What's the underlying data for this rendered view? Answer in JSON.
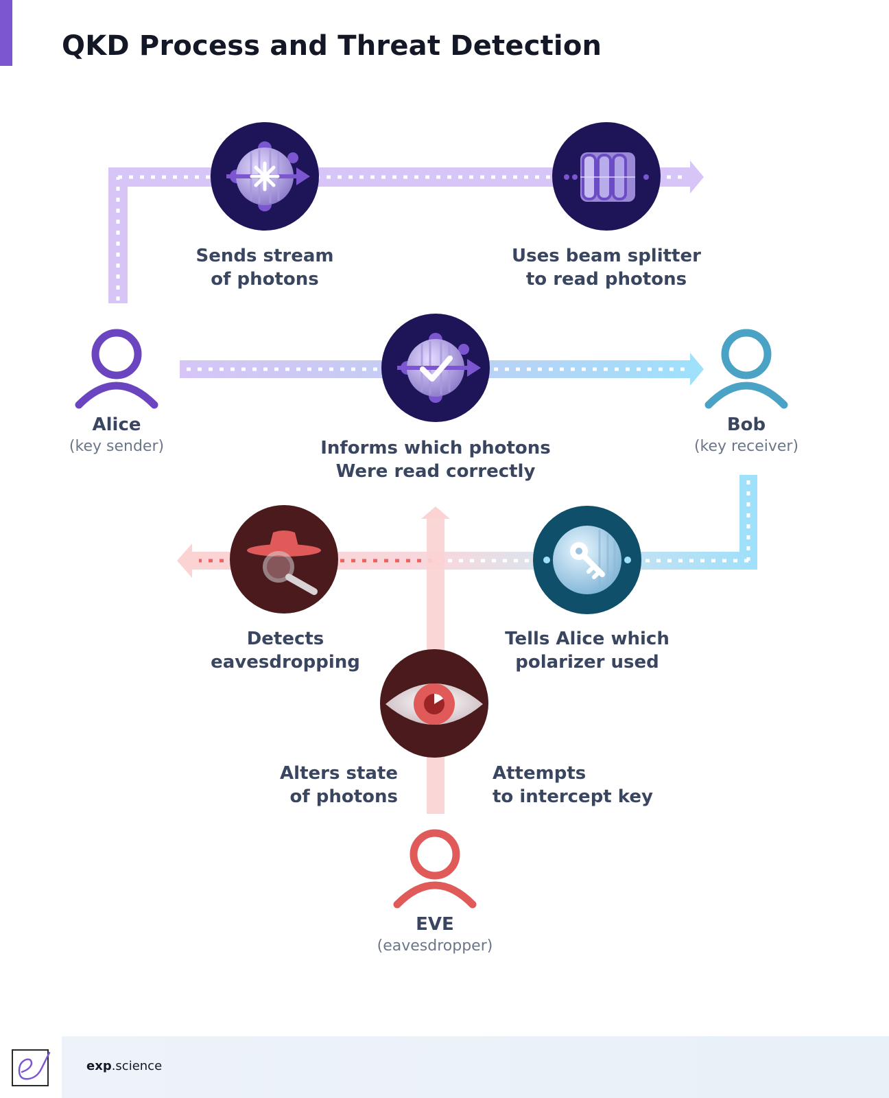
{
  "title": "QKD Process and Threat Detection",
  "actors": {
    "alice": {
      "name": "Alice",
      "role": "(key sender)"
    },
    "bob": {
      "name": "Bob",
      "role": "(key receiver)"
    },
    "eve": {
      "name": "EVE",
      "role": "(eavesdropper)"
    }
  },
  "steps": {
    "sends": [
      "Sends stream",
      "of photons"
    ],
    "splitter": [
      "Uses beam splitter",
      "to read photons"
    ],
    "informs": [
      "Informs which photons",
      "Were read correctly"
    ],
    "tells": [
      "Tells Alice which",
      "polarizer used"
    ],
    "detects": [
      "Detects",
      "eavesdropping"
    ],
    "alters": [
      "Alters state",
      "of photons"
    ],
    "attempts": [
      "Attempts",
      "to intercept key"
    ]
  },
  "footer": {
    "brand_bold": "exp",
    "brand_rest": ".science"
  },
  "colors": {
    "purple": "#7c56d0",
    "blue": "#4aa2c4",
    "red": "#e05a5a",
    "navy": "#1e1558",
    "teal_dark": "#0f4f6a",
    "maroon": "#4a1a1c"
  }
}
